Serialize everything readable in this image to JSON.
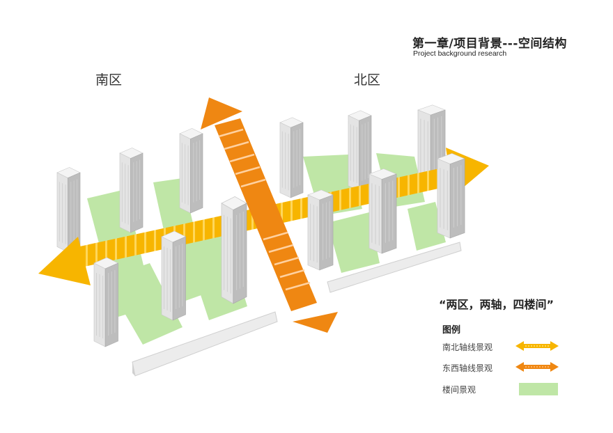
{
  "header": {
    "title": "第一章/项目背景---空间结构",
    "subtitle": "Project background research"
  },
  "zones": {
    "south": "南区",
    "north": "北区"
  },
  "slogan": "“两区，两轴，四楼间”",
  "legend": {
    "title": "图例",
    "items": [
      {
        "label": "南北轴线景观",
        "color": "#f5b800",
        "icon": "double-arrow"
      },
      {
        "label": "东西轴线景观",
        "color": "#f08a10",
        "icon": "double-arrow"
      },
      {
        "label": "楼间景观",
        "color": "#b8e2a0",
        "icon": "swatch"
      }
    ]
  },
  "colors": {
    "green": "#bfe6a6",
    "axis_yellow": "#f7b500",
    "axis_orange": "#ef8712",
    "building_light": "#f2f2f2",
    "building_mid": "#d6d6d6",
    "building_dark": "#b9b9b9"
  }
}
